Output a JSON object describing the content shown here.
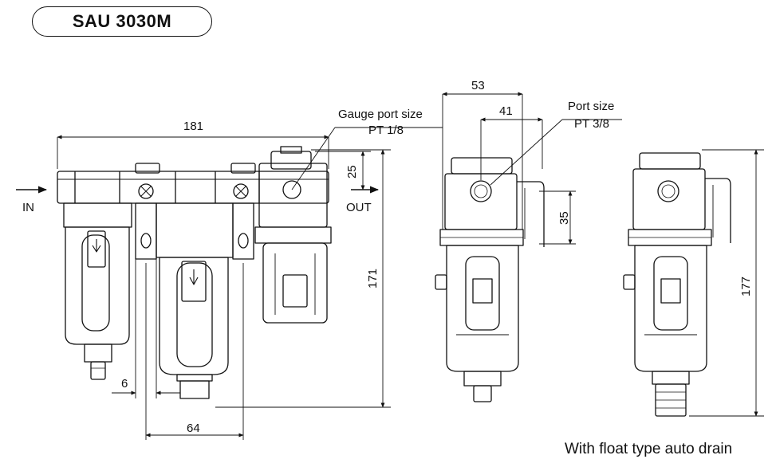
{
  "title": "SAU 3030M",
  "labels": {
    "in": "IN",
    "out": "OUT",
    "gauge_port_line1": "Gauge port size",
    "gauge_port_line2": "PT 1/8",
    "port_size_line1": "Port size",
    "port_size_line2": "PT 3/8",
    "caption": "With float type auto drain"
  },
  "dimensions": {
    "overall_width": "181",
    "port_offset": "25",
    "height_front": "171",
    "spacing": "6",
    "pitch": "64",
    "side_width": "53",
    "side_port": "41",
    "side_port_height": "35",
    "height_float": "177"
  }
}
